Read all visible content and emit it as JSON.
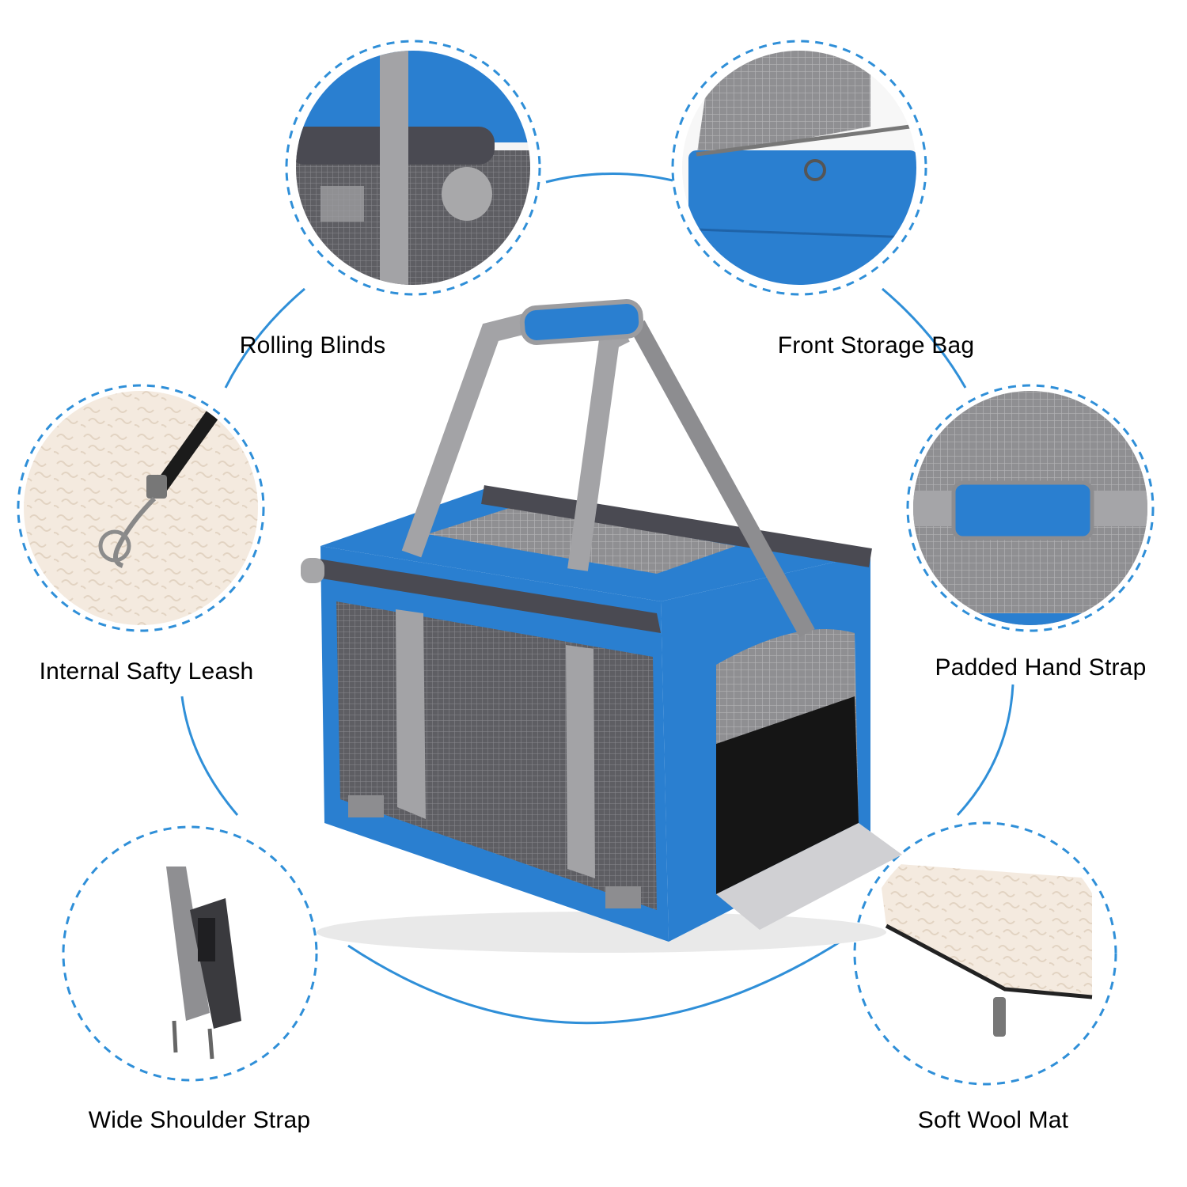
{
  "features": {
    "rolling_blinds": "Rolling Blinds",
    "front_storage_bag": "Front Storage Bag",
    "internal_safety_leash": "Internal Safty Leash",
    "padded_hand_strap": "Padded Hand Strap",
    "wide_shoulder_strap": "Wide Shoulder Strap",
    "soft_wool_mat": "Soft Wool Mat"
  },
  "colors": {
    "accent_blue": "#2f8fd8",
    "bag_blue": "#2a7fd0",
    "bag_blue_dark": "#1f63a8",
    "mesh_gray": "#6e6e72",
    "strap_gray": "#9a9a9c",
    "roll_dark": "#4a4a52",
    "fleece": "#f2e7da",
    "background": "#ffffff"
  }
}
